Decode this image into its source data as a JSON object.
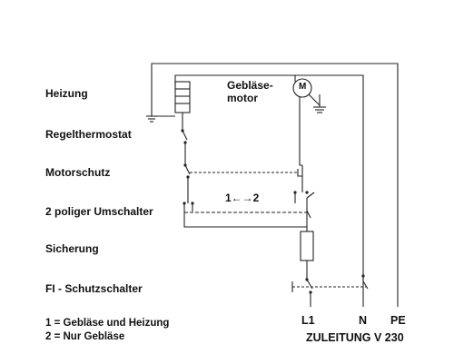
{
  "labels": {
    "heizung": "Heizung",
    "regelthermostat": "Regelthermostat",
    "motorschutz": "Motorschutz",
    "umschalter": "2 poliger Umschalter",
    "sicherung": "Sicherung",
    "fi": "FI - Schutzschalter"
  },
  "motor": {
    "line1": "Gebläse-",
    "line2": "motor",
    "symbol": "M"
  },
  "switch_positions": "1←→2",
  "legend": {
    "item1": "1 = Gebläse und Heizung",
    "item2": "2 = Nur Gebläse"
  },
  "terminals": {
    "l1": "L1",
    "n": "N",
    "pe": "PE"
  },
  "supply": "ZULEITUNG V 230"
}
